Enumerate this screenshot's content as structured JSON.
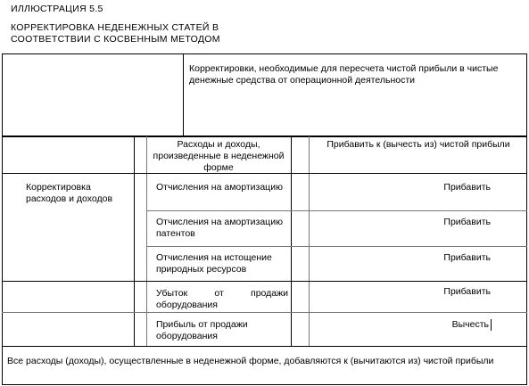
{
  "document": {
    "illustration_label": "ИЛЛЮСТРАЦИЯ 5.5",
    "title_line_1": "КОРРЕКТИРОВКА НЕДЕНЕЖНЫХ СТАТЕЙ В",
    "title_line_2": "СООТВЕТСТВИИ С КОСВЕННЫМ МЕТОДОМ"
  },
  "top_box": {
    "description": "Корректировки, необходимые для пересчета чистой прибыли в чистые денежные средства от операционной деятельности"
  },
  "table": {
    "header_col2": "Расходы и доходы, произведенные в неденежной форме",
    "header_col3": "Прибавить к (вычесть из) чистой прибыли",
    "row_group_label": "Корректировка расходов и доходов",
    "rows": [
      {
        "item": "Отчисления на амортизацию",
        "action": "Прибавить"
      },
      {
        "item": "Отчисления на амортизацию патентов",
        "action": "Прибавить"
      },
      {
        "item": "Отчисления на истощение природных ресурсов",
        "action": "Прибавить"
      },
      {
        "item": "Убыток от продажи оборудования",
        "action": "Прибавить"
      },
      {
        "item": "Прибыль от продажи оборудования",
        "action": "Вычесть"
      }
    ],
    "footer_note": "Все расходы (доходы), осуществленные в неденежной форме, добавляются к (вычитаются из) чистой прибыли"
  }
}
